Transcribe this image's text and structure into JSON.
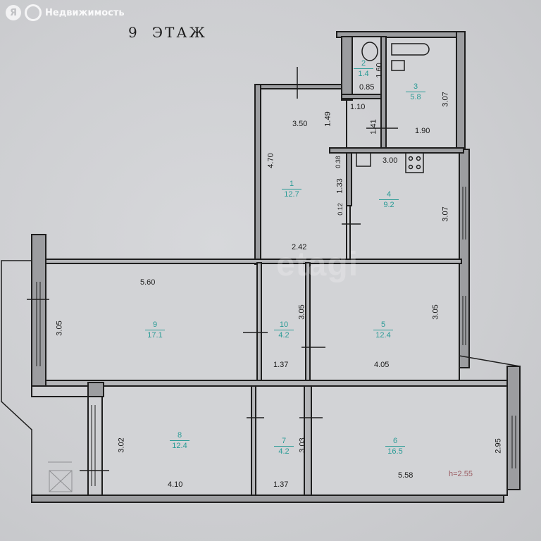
{
  "watermark": {
    "logo_letter": "Я",
    "brand": "Недвижимость",
    "overlay": "etagi"
  },
  "floor": {
    "number": "9",
    "label": "ЭТАЖ"
  },
  "colors": {
    "background": "#cfd0d3",
    "walls": "#1e1e1e",
    "wall_fill": "#9c9da0",
    "room_label": "#2a9b96",
    "height_note": "#9a5a60"
  },
  "rooms": [
    {
      "id": "1",
      "area": "12.7"
    },
    {
      "id": "2",
      "area": "1.4"
    },
    {
      "id": "3",
      "area": "5.8"
    },
    {
      "id": "4",
      "area": "9.2"
    },
    {
      "id": "5",
      "area": "12.4"
    },
    {
      "id": "6",
      "area": "16.5"
    },
    {
      "id": "7",
      "area": "4.2"
    },
    {
      "id": "8",
      "area": "12.4"
    },
    {
      "id": "9",
      "area": "17.1"
    },
    {
      "id": "10",
      "area": "4.2"
    }
  ],
  "dimensions": {
    "r2_height": "1.60",
    "r2_width": "0.85",
    "r2_door": "1.10",
    "r3_height": "3.07",
    "r3_width": "1.90",
    "r3_door": "1.41",
    "r1_width_top": "3.50",
    "r1_door": "1.49",
    "r1_height": "4.70",
    "r1_width_bottom": "2.42",
    "r4_offset": "0.38",
    "r4_wall": "1.33",
    "r4_gap": "0.12",
    "r4_width": "3.00",
    "r4_height": "3.07",
    "r9_width": "5.60",
    "r9_height": "3.05",
    "r10_height": "3.05",
    "r10_width": "1.37",
    "r5_height": "3.05",
    "r5_width": "4.05",
    "r8_height": "3.02",
    "r8_width": "4.10",
    "r7_height": "3.03",
    "r7_width": "1.37",
    "r6_width": "5.58",
    "r6_height": "2.95"
  },
  "ceiling_height": "h=2.55"
}
